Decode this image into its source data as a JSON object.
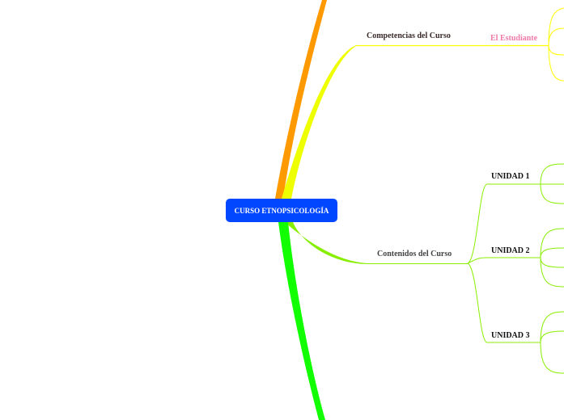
{
  "root": {
    "label": "CURSO ETNOPSICOLOGÍA",
    "color": "#0047ff"
  },
  "branches": {
    "competencias": {
      "label": "Competencias del Curso",
      "color": "#ffff00",
      "child": {
        "label": "El Estudiante",
        "color": "#f07aa8"
      }
    },
    "contenidos": {
      "label": "Contenidos del Curso",
      "color": "#88ee00",
      "units": [
        {
          "label": "UNIDAD 1"
        },
        {
          "label": "UNIDAD 2"
        },
        {
          "label": "UNIDAD 3"
        }
      ]
    }
  },
  "colors": {
    "orange_branch": "#ff9900",
    "green_branch": "#11ff00"
  }
}
